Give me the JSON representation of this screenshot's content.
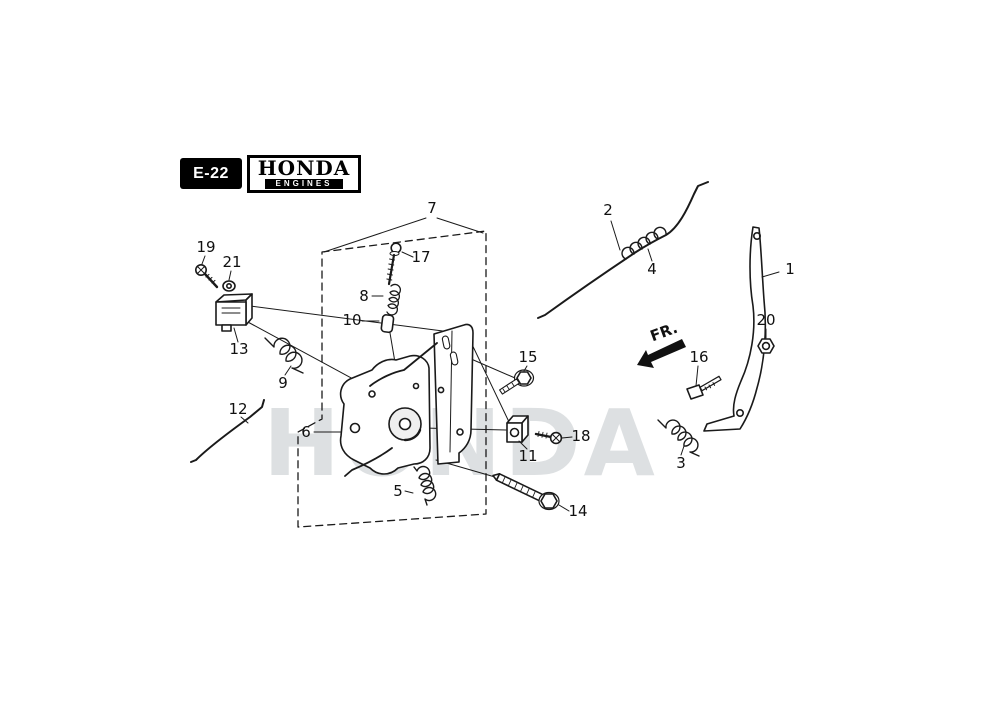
{
  "header": {
    "page_code": "E-22",
    "brand": "HONDA",
    "brand_sub": "ENGINES"
  },
  "watermark": "HONDA",
  "direction_label": "FR.",
  "parts": {
    "p1": "1",
    "p2": "2",
    "p3": "3",
    "p4": "4",
    "p5": "5",
    "p6": "6",
    "p7": "7",
    "p8": "8",
    "p9": "9",
    "p10": "10",
    "p11": "11",
    "p12": "12",
    "p13": "13",
    "p14": "14",
    "p15": "15",
    "p16": "16",
    "p17": "17",
    "p18": "18",
    "p19": "19",
    "p20": "20",
    "p21": "21"
  }
}
